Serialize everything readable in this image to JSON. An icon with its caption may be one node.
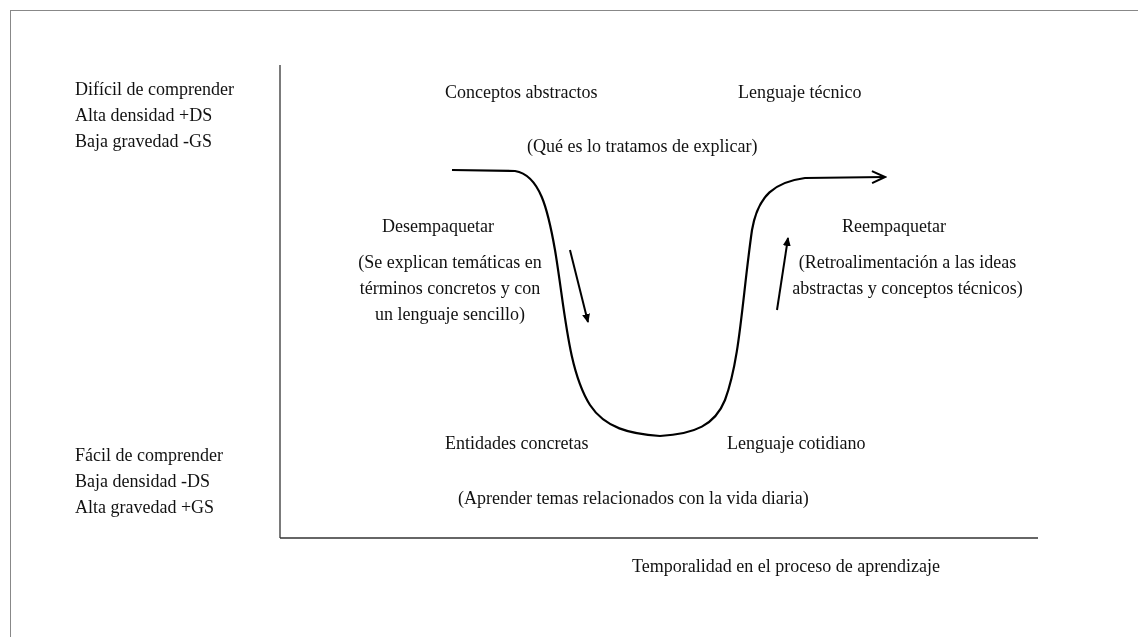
{
  "diagram": {
    "labels": [
      "Difícil de comprender",
      "Alta densidad +DS",
      "Baja gravedad -GS",
      "Conceptos abstractos",
      "Lenguaje técnico",
      "(Qué es lo tratamos de explicar)",
      "Desempaquetar",
      "(Se explican temáticas en términos concretos y con un lenguaje sencillo)",
      "Reempaquetar",
      "(Retroalimentación a las ideas abstractas y conceptos técnicos)",
      "Entidades concretas",
      "Lenguaje cotidiano",
      "Fácil de comprender",
      "Baja densidad -DS",
      "Alta gravedad +GS",
      "(Aprender temas relacionados con la vida diaria)",
      "Temporalidad en el proceso de aprendizaje"
    ]
  }
}
